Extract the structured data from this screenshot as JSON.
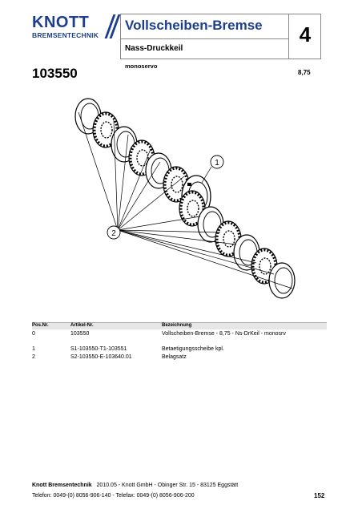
{
  "header": {
    "logo_main": "KNOTT",
    "logo_sub": "BREMSENTECHNIK",
    "title": "Vollscheiben-Bremse",
    "subtitle": "Nass-Druckkeil",
    "chapter": "4"
  },
  "product": {
    "variant": "monoservo",
    "part_number": "103550",
    "size": "8,75"
  },
  "drawing": {
    "callouts": [
      "1",
      "2"
    ]
  },
  "table": {
    "headers": {
      "pos": "Pos.Nr.",
      "article": "Artikel-Nr.",
      "desc": "Bezeichnung"
    },
    "rows": [
      {
        "pos": "0",
        "article": "103550",
        "desc": "Vollscheiben-Bremse - 8,75 - Ns-DrKeil - monosrv"
      },
      {
        "pos": "1",
        "article": "S1-103550-T1-103551",
        "desc": "Betaetigungsscheibe kpl."
      },
      {
        "pos": "2",
        "article": "S2-103550-E-103640.01",
        "desc": "Belagsatz"
      }
    ]
  },
  "footer": {
    "company": "Knott Bremsentechnik",
    "line1": "2010.05 - Knott GmbH - Obinger Str. 15 - 83125 Eggstätt",
    "line2": "Telefon: 0049-(0) 8056-906-140 - Telefax: 0049-(0) 8056-906-200",
    "page": "152"
  }
}
